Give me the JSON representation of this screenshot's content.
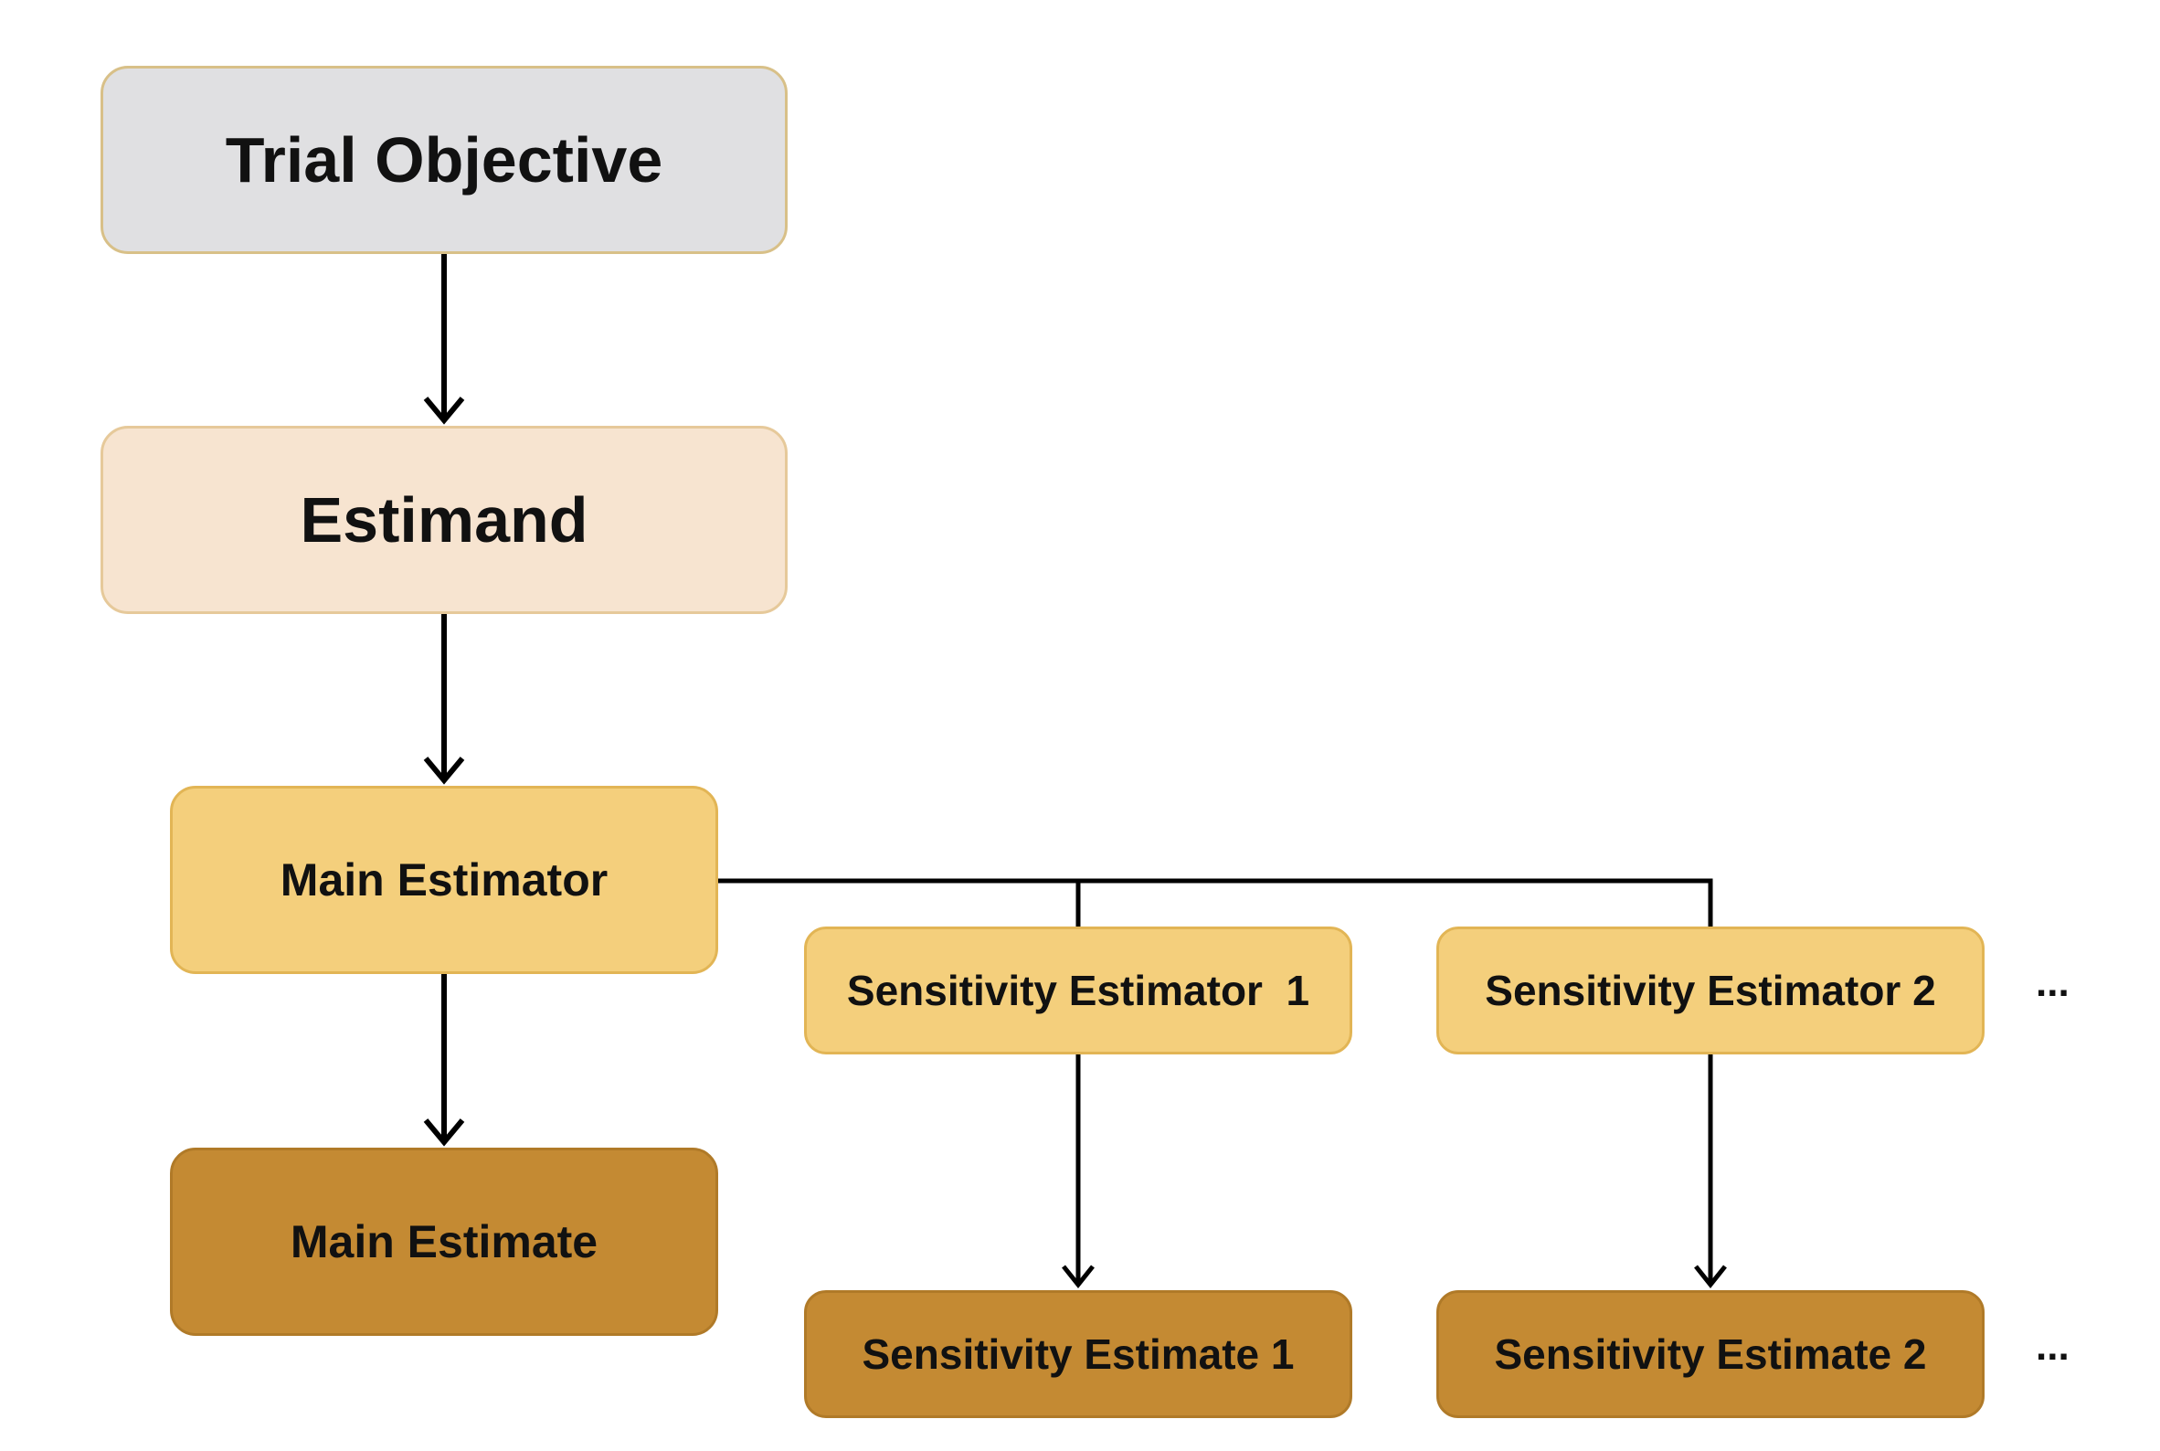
{
  "nodes": {
    "trial_objective": "Trial Objective",
    "estimand": "Estimand",
    "main_estimator": "Main Estimator",
    "sensitivity_estimator_1": "Sensitivity Estimator  1",
    "sensitivity_estimator_2": "Sensitivity Estimator 2",
    "main_estimate": "Main Estimate",
    "sensitivity_estimate_1": "Sensitivity Estimate 1",
    "sensitivity_estimate_2": "Sensitivity Estimate 2"
  },
  "continuation": {
    "estimators_more": "...",
    "estimates_more": "..."
  },
  "edges": [
    {
      "from": "Trial Objective",
      "to": "Estimand"
    },
    {
      "from": "Estimand",
      "to": "Main Estimator"
    },
    {
      "from": "Main Estimator",
      "to": "Main Estimate"
    },
    {
      "from": "Main Estimator",
      "to": "Sensitivity Estimator  1"
    },
    {
      "from": "Main Estimator",
      "to": "Sensitivity Estimator 2"
    },
    {
      "from": "Sensitivity Estimator  1",
      "to": "Sensitivity Estimate 1"
    },
    {
      "from": "Sensitivity Estimator 2",
      "to": "Sensitivity Estimate 2"
    }
  ],
  "colors": {
    "trial_objective_fill": "#e0e0e2",
    "estimand_fill": "#f7e4d0",
    "estimator_fill": "#f4cf7c",
    "estimate_fill": "#c48a33",
    "connector": "#000000"
  }
}
